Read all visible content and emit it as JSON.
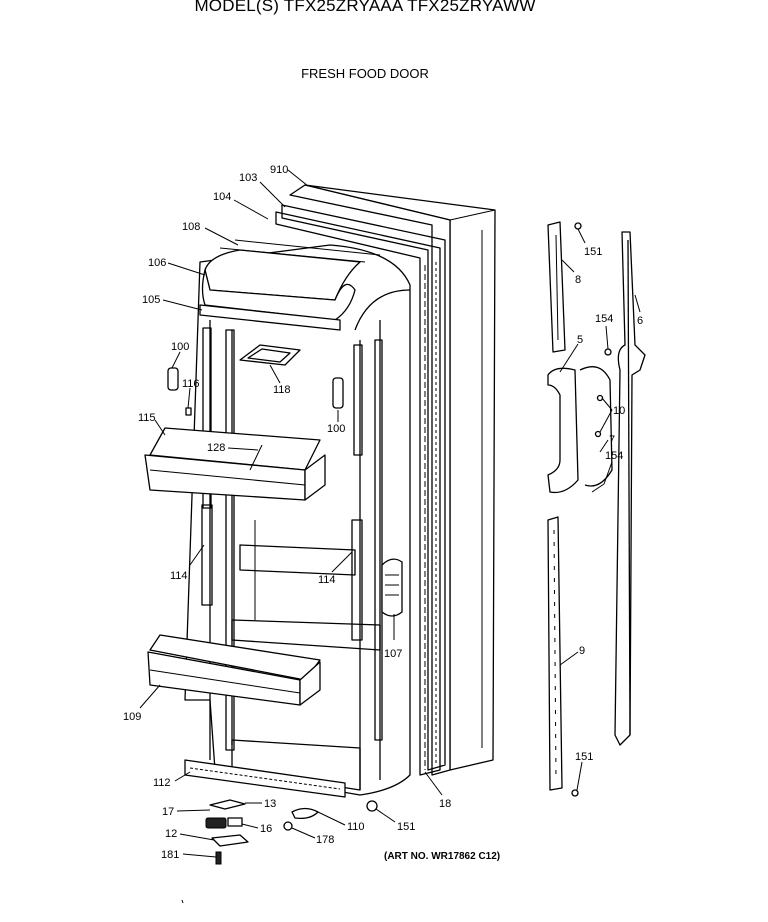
{
  "header": {
    "models_prefix": "MODEL(S)",
    "models": [
      "TFX25ZRYAAA",
      "TFX25ZRYAWW"
    ],
    "models_text": "MODEL(S) TFX25ZRYAAA  TFX25ZRYAWW",
    "subtitle": "FRESH FOOD DOOR"
  },
  "art_number": "(ART NO. WR17862 C12)",
  "callouts": [
    "910",
    "103",
    "104",
    "108",
    "106",
    "105",
    "100",
    "116",
    "118",
    "115",
    "128",
    "100",
    "114",
    "114",
    "107",
    "109",
    "112",
    "17",
    "13",
    "12",
    "16",
    "181",
    "110",
    "178",
    "151",
    "18",
    "151",
    "8",
    "5",
    "154",
    "6",
    "10",
    "7",
    "154",
    "9",
    "151"
  ],
  "parts": [
    {
      "id": "910",
      "label": "910"
    },
    {
      "id": "103",
      "label": "103"
    },
    {
      "id": "104",
      "label": "104"
    },
    {
      "id": "108",
      "label": "108"
    },
    {
      "id": "106",
      "label": "106"
    },
    {
      "id": "105",
      "label": "105"
    },
    {
      "id": "100",
      "label": "100"
    },
    {
      "id": "116",
      "label": "116"
    },
    {
      "id": "118",
      "label": "118"
    },
    {
      "id": "115",
      "label": "115"
    },
    {
      "id": "128",
      "label": "128"
    },
    {
      "id": "114",
      "label": "114"
    },
    {
      "id": "107",
      "label": "107"
    },
    {
      "id": "109",
      "label": "109"
    },
    {
      "id": "112",
      "label": "112"
    },
    {
      "id": "17",
      "label": "17"
    },
    {
      "id": "13",
      "label": "13"
    },
    {
      "id": "12",
      "label": "12"
    },
    {
      "id": "16",
      "label": "16"
    },
    {
      "id": "181",
      "label": "181"
    },
    {
      "id": "110",
      "label": "110"
    },
    {
      "id": "178",
      "label": "178"
    },
    {
      "id": "151",
      "label": "151"
    },
    {
      "id": "18",
      "label": "18"
    },
    {
      "id": "8",
      "label": "8"
    },
    {
      "id": "5",
      "label": "5"
    },
    {
      "id": "154",
      "label": "154"
    },
    {
      "id": "6",
      "label": "6"
    },
    {
      "id": "10",
      "label": "10"
    },
    {
      "id": "7",
      "label": "7"
    },
    {
      "id": "9",
      "label": "9"
    }
  ]
}
